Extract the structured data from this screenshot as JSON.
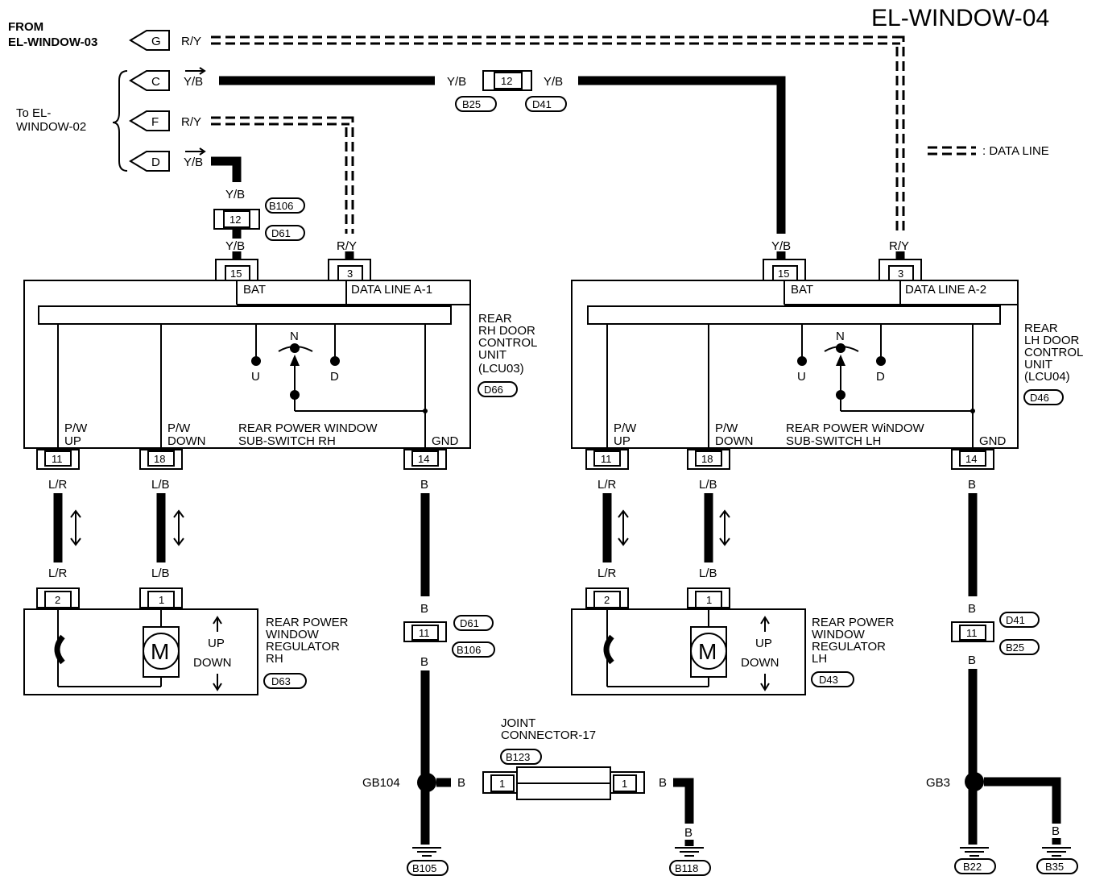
{
  "title": "EL-WINDOW-04",
  "from_label": "FROM",
  "from_ref": "EL-WINDOW-03",
  "to_label_1": "To EL-",
  "to_label_2": "WINDOW-02",
  "legend": ": DATA LINE",
  "terminals": {
    "g": "G",
    "c": "C",
    "f": "F",
    "d": "D"
  },
  "wire_colors": {
    "ry": "R/Y",
    "yb": "Y/B",
    "lr": "L/R",
    "lb": "L/B",
    "b": "B"
  },
  "pins": {
    "p12": "12",
    "p15": "15",
    "p3": "3",
    "p11": "11",
    "p18": "18",
    "p14": "14",
    "p2": "2",
    "p1": "1"
  },
  "connectors": {
    "b25": "B25",
    "d41": "D41",
    "b106": "B106",
    "d61": "D61",
    "d66": "D66",
    "d46": "D46",
    "d63": "D63",
    "d43": "D43",
    "b123": "B123",
    "b105": "B105",
    "b118": "B118",
    "b22": "B22",
    "b35": "B35"
  },
  "rh_unit": {
    "bat": "BAT",
    "dataline": "DATA LINE A-1",
    "name": [
      "REAR",
      "RH DOOR",
      "CONTROL",
      "UNIT",
      "(LCU03)"
    ],
    "pw_up": [
      "P/W",
      "UP"
    ],
    "pw_down": [
      "P/W",
      "DOWN"
    ],
    "subswitch": [
      "REAR POWER WINDOW",
      "SUB-SWITCH RH"
    ],
    "gnd": "GND"
  },
  "lh_unit": {
    "bat": "BAT",
    "dataline": "DATA LINE A-2",
    "name": [
      "REAR",
      "LH DOOR",
      "CONTROL",
      "UNIT",
      "(LCU04)"
    ],
    "pw_up": [
      "P/W",
      "UP"
    ],
    "pw_down": [
      "P/W",
      "DOWN"
    ],
    "subswitch": [
      "REAR POWER WiNDOW",
      "SUB-SWITCH LH"
    ],
    "gnd": "GND"
  },
  "switch_labels": {
    "u": "U",
    "n": "N",
    "d": "D"
  },
  "rh_regulator": {
    "name": [
      "REAR POWER",
      "WINDOW",
      "REGULATOR",
      "RH"
    ],
    "up": "UP",
    "down": "DOWN",
    "motor": "M"
  },
  "lh_regulator": {
    "name": [
      "REAR POWER",
      "WINDOW",
      "REGULATOR",
      "LH"
    ],
    "up": "UP",
    "down": "DOWN",
    "motor": "M"
  },
  "joint": {
    "name": [
      "JOINT",
      "CONNECTOR-17"
    ]
  },
  "grounds": {
    "gb104": "GB104",
    "gb3": "GB3"
  }
}
